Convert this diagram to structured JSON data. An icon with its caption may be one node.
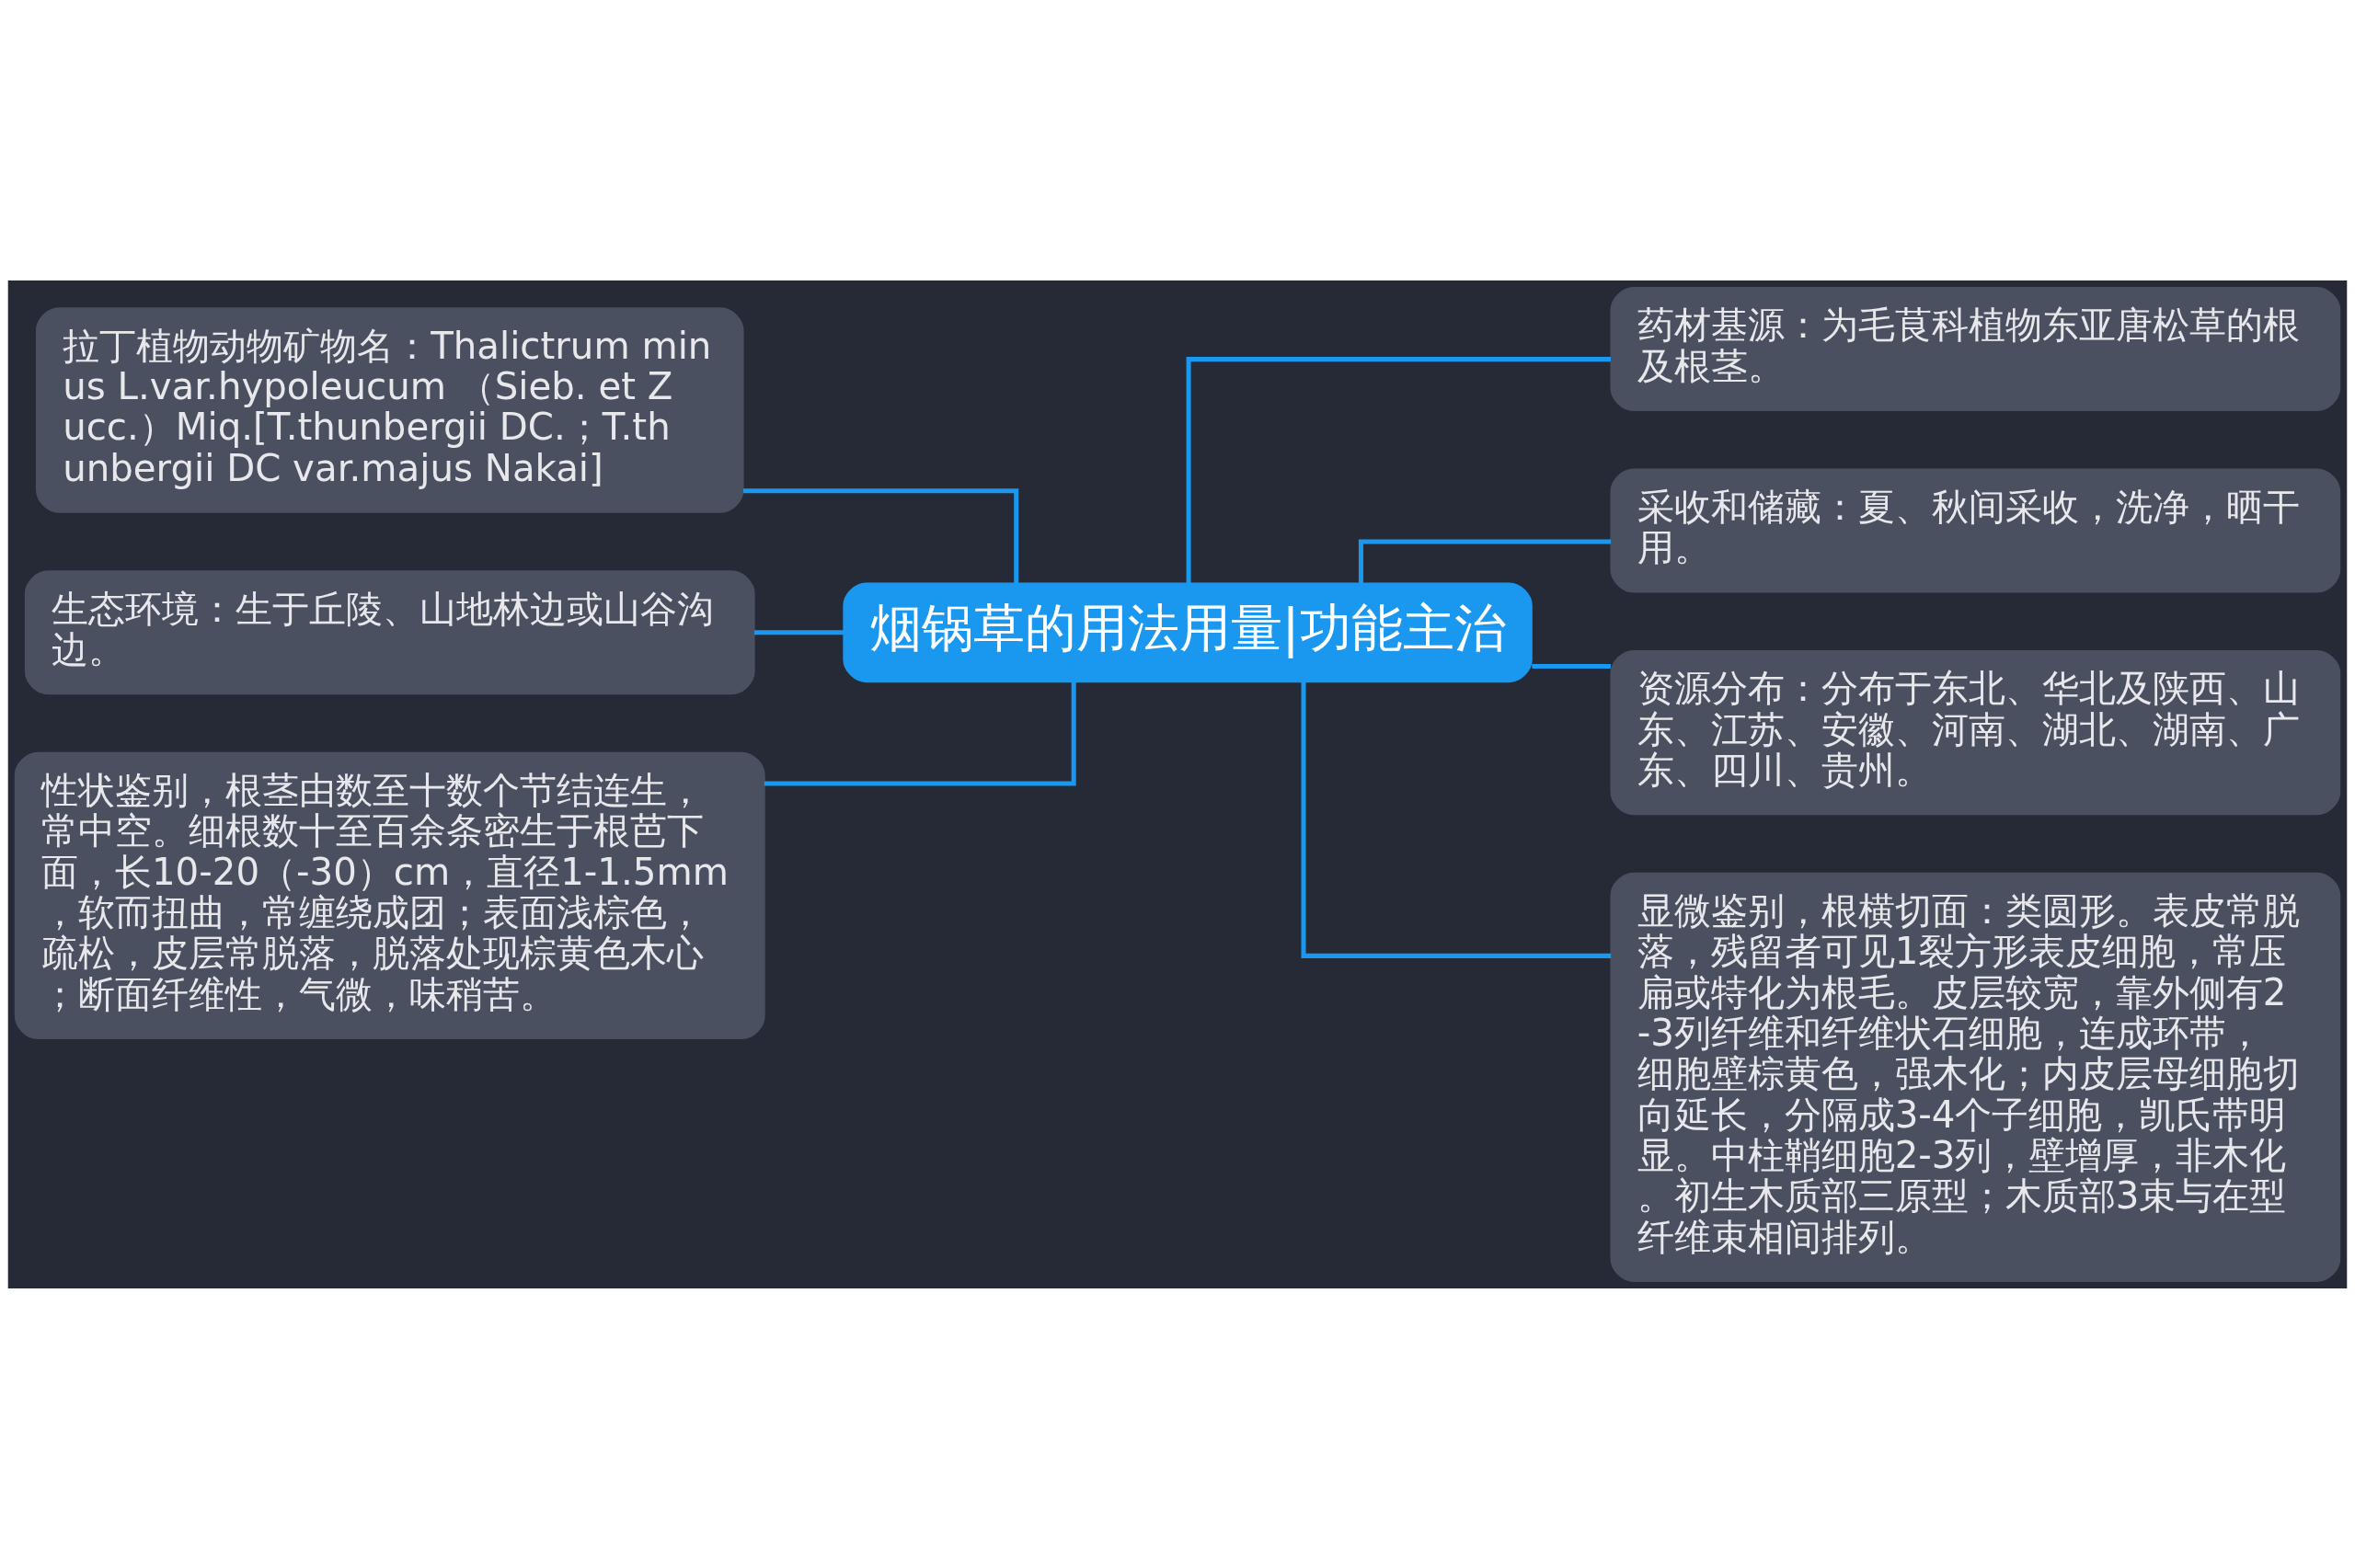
{
  "diagram": {
    "nodes": [
      {
        "text": [
          "烟锅草的用法用量|功能主治"
        ]
      },
      {
        "text": [
          "拉丁植物动物矿物名：Thalictrum minus L.var.hypoleucum （Sieb. et Zucc.）Miq.[T.thunbergii DC.；T.thunbergii DC var.majus Nakai]"
        ]
      },
      {
        "text": [
          "生态环境：生于丘陵、山地林边或山谷沟边。"
        ]
      },
      {
        "text": [
          "性状鉴别，根茎由数至十数个节结连生，常中空。细根数十至百余条密生于根芭下面，长10-20（-30）cm，直径1-1.5mm，软而扭曲，常缠绕成团；表面浅棕色，疏松，皮层常脱落，脱落处现棕黄色木心；断面纤维性，气微，味稍苦。"
        ]
      },
      {
        "text": [
          "药材基源：为毛茛科植物东亚唐松草的根及根茎。"
        ]
      },
      {
        "text": [
          "采收和储藏：夏、秋间采收，洗净，晒干用。"
        ]
      },
      {
        "text": [
          "资源分布：分布于东北、华北及陕西、山东、江苏、安徽、河南、湖北、湖南、广东、四川、贵州。"
        ]
      },
      {
        "text": [
          "显微鉴别，根横切面：类圆形。表皮常脱落，残留者可见1裂方形表皮细胞，常压扁或特化为根毛。皮层较宽，靠外侧有2-3列纤维和纤维状石细胞，连成环带，细胞壁棕黄色，强木化；内皮层母细胞切向延长，分隔成3-4个子细胞，凯氏带明显。中柱鞘细胞2-3列，壁增厚，非木化。初生木质部三原型；木质部3束与在型纤维束相间排列。"
        ]
      }
    ],
    "edges": [
      {
        "from": 0,
        "to": 1,
        "arrow": "none"
      },
      {
        "from": 0,
        "to": 2,
        "arrow": "none"
      },
      {
        "from": 0,
        "to": 3,
        "arrow": "none"
      },
      {
        "from": 0,
        "to": 4,
        "arrow": "none"
      },
      {
        "from": 0,
        "to": 5,
        "arrow": "none"
      },
      {
        "from": 0,
        "to": 6,
        "arrow": "none"
      },
      {
        "from": 0,
        "to": 7,
        "arrow": "none"
      }
    ]
  }
}
